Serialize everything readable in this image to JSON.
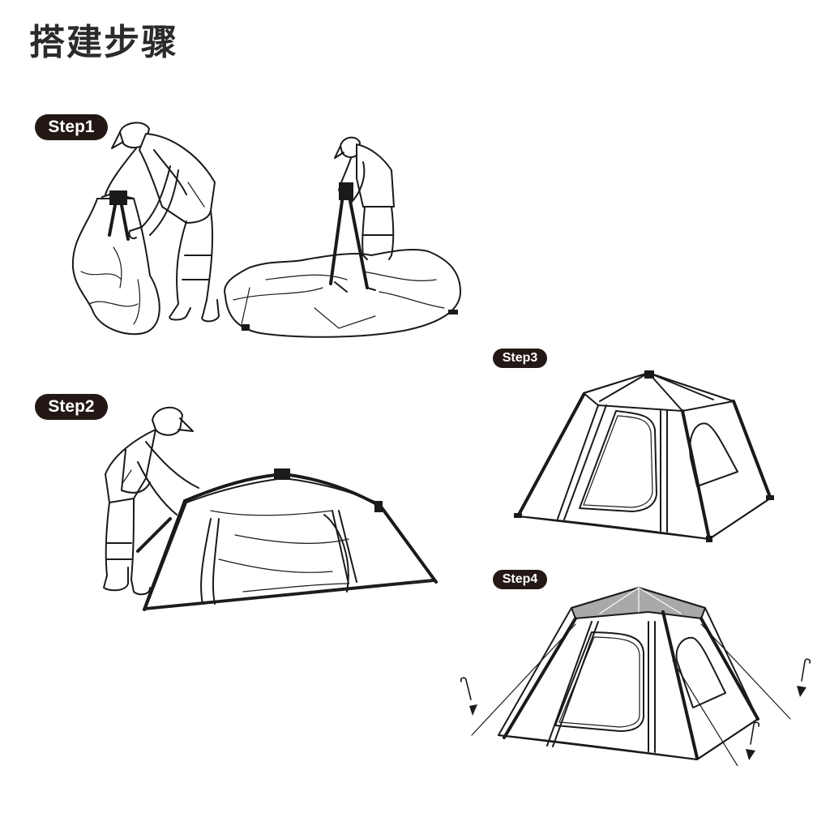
{
  "page": {
    "title": "搭建步骤"
  },
  "steps": [
    {
      "label": "Step1",
      "illustration": "person-unpacking-tent-bag-and-lifting-tent-hub"
    },
    {
      "label": "Step2",
      "illustration": "person-pulling-tent-frame-open"
    },
    {
      "label": "Step3",
      "illustration": "tent-fully-erected"
    },
    {
      "label": "Step4",
      "illustration": "tent-staked-with-guy-lines-and-pegs"
    }
  ],
  "icons": {
    "peg": "stake-peg-icon",
    "arrow": "down-arrow-icon"
  },
  "colors": {
    "badge_bg": "#231815",
    "badge_text": "#ffffff",
    "line_art": "#1a1a1a",
    "roof_fill": "#a9a9a9",
    "background": "#ffffff"
  }
}
